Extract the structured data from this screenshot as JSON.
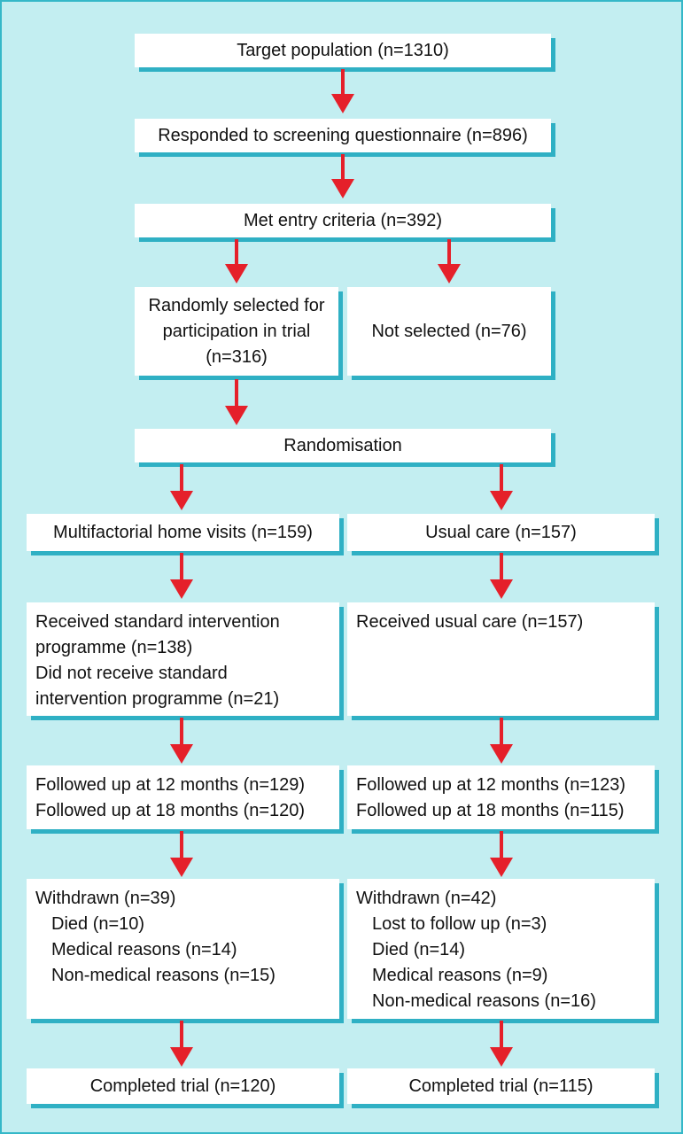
{
  "boxes": {
    "target": "Target population (n=1310)",
    "screening": "Responded to screening questionnaire (n=896)",
    "entry": "Met entry criteria (n=392)",
    "selected": [
      "Randomly selected for",
      "participation in trial",
      "(n=316)"
    ],
    "not_selected": "Not selected (n=76)",
    "randomisation": "Randomisation",
    "intervention_arm": "Multifactorial home visits (n=159)",
    "control_arm": "Usual care (n=157)",
    "intervention_received": [
      "Received standard intervention",
      "programme (n=138)",
      "Did not receive standard",
      "intervention programme (n=21)"
    ],
    "control_received": [
      "Received usual care (n=157)"
    ],
    "intervention_followup": [
      "Followed up at 12 months (n=129)",
      "Followed up at 18 months (n=120)"
    ],
    "control_followup": [
      "Followed up at 12 months (n=123)",
      "Followed up at 18 months (n=115)"
    ],
    "intervention_withdrawn": {
      "header": "Withdrawn (n=39)",
      "reasons": [
        "Died (n=10)",
        "Medical reasons (n=14)",
        "Non-medical reasons (n=15)"
      ]
    },
    "control_withdrawn": {
      "header": "Withdrawn (n=42)",
      "reasons": [
        "Lost to follow up (n=3)",
        "Died (n=14)",
        "Medical reasons (n=9)",
        "Non-medical reasons (n=16)"
      ]
    },
    "intervention_completed": "Completed trial (n=120)",
    "control_completed": "Completed trial (n=115)"
  },
  "colors": {
    "background": "#c3eef1",
    "box_fill": "#ffffff",
    "box_shadow": "#2fb0c4",
    "arrow": "#e5202a"
  }
}
